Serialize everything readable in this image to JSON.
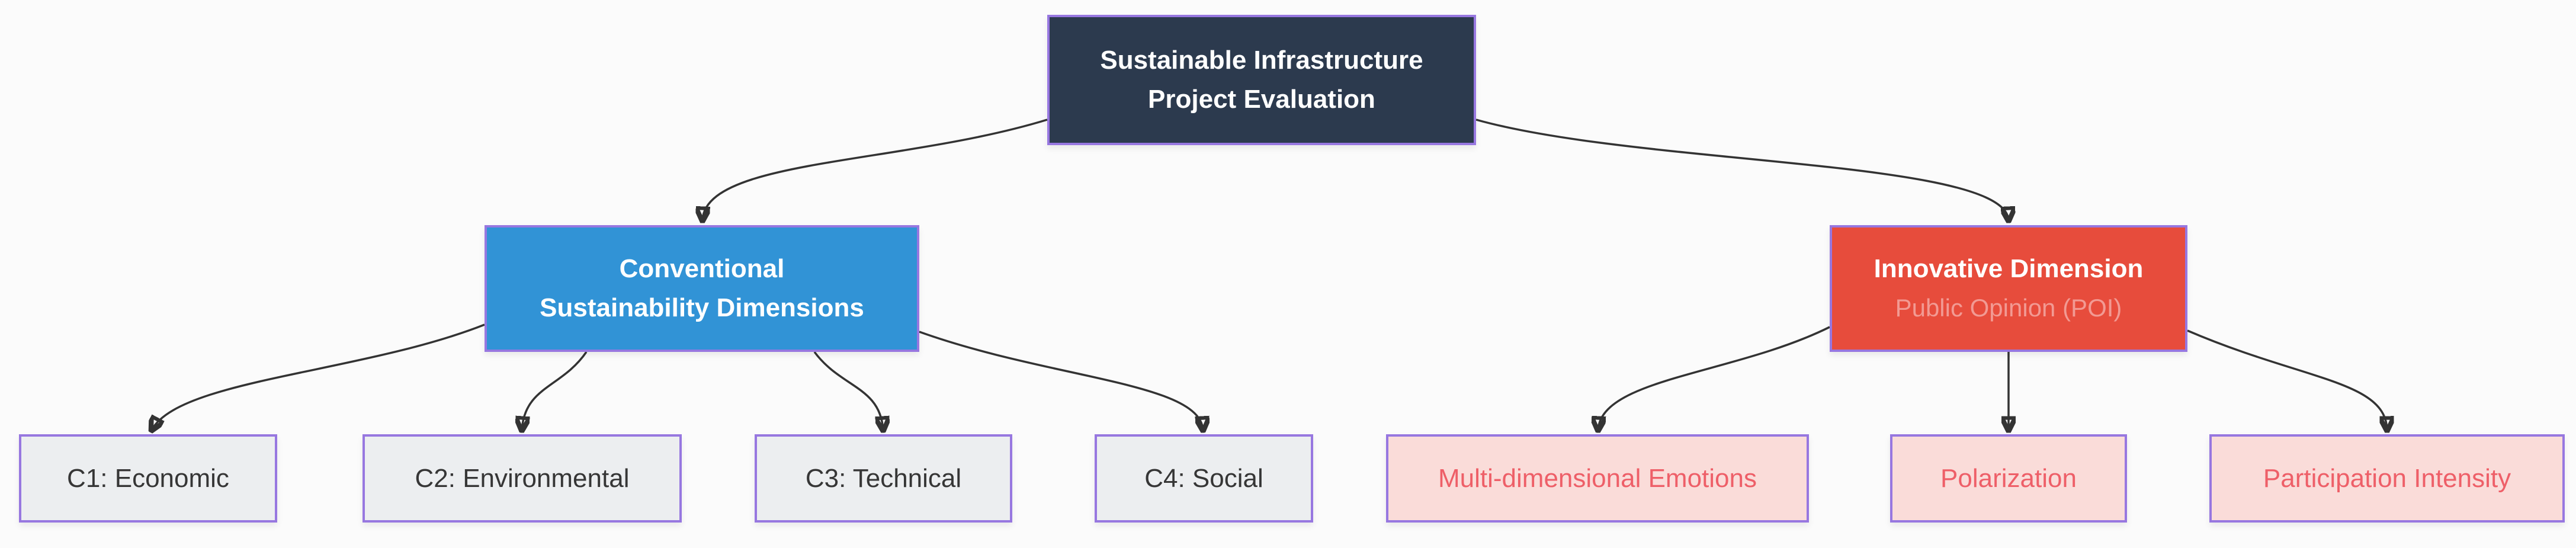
{
  "nodes": {
    "root": {
      "lines": [
        "Sustainable Infrastructure",
        "Project Evaluation"
      ]
    },
    "conventional": {
      "lines": [
        "Conventional",
        "Sustainability Dimensions"
      ]
    },
    "innovative": {
      "title": "Innovative Dimension",
      "subtitle": "Public Opinion (POI)"
    },
    "conventional_children": [
      {
        "label": "C1: Economic"
      },
      {
        "label": "C2: Environmental"
      },
      {
        "label": "C3: Technical"
      },
      {
        "label": "C4: Social"
      }
    ],
    "innovative_children": [
      {
        "label": "Multi-dimensional Emotions"
      },
      {
        "label": "Polarization"
      },
      {
        "label": "Participation Intensity"
      }
    ]
  },
  "edges": [
    {
      "from": "Sustainable Infrastructure Project Evaluation",
      "to": "Conventional Sustainability Dimensions"
    },
    {
      "from": "Sustainable Infrastructure Project Evaluation",
      "to": "Innovative Dimension Public Opinion (POI)"
    },
    {
      "from": "Conventional Sustainability Dimensions",
      "to": "C1: Economic"
    },
    {
      "from": "Conventional Sustainability Dimensions",
      "to": "C2: Environmental"
    },
    {
      "from": "Conventional Sustainability Dimensions",
      "to": "C3: Technical"
    },
    {
      "from": "Conventional Sustainability Dimensions",
      "to": "C4: Social"
    },
    {
      "from": "Innovative Dimension Public Opinion (POI)",
      "to": "Multi-dimensional Emotions"
    },
    {
      "from": "Innovative Dimension Public Opinion (POI)",
      "to": "Polarization"
    },
    {
      "from": "Innovative Dimension Public Opinion (POI)",
      "to": "Participation Intensity"
    }
  ],
  "colors": {
    "background": "#fbfbfb",
    "root_fill": "#2c3a4e",
    "conventional_fill": "#3193d6",
    "innovative_fill": "#e74c3c",
    "node_border": "#9777e0",
    "conventional_child_fill": "#eceef0",
    "conventional_child_text": "#363636",
    "innovative_child_fill": "#fadcd9",
    "innovative_child_text": "#ee5f68",
    "innovative_subtitle_text": "#f29a93",
    "edge": "#333333"
  }
}
